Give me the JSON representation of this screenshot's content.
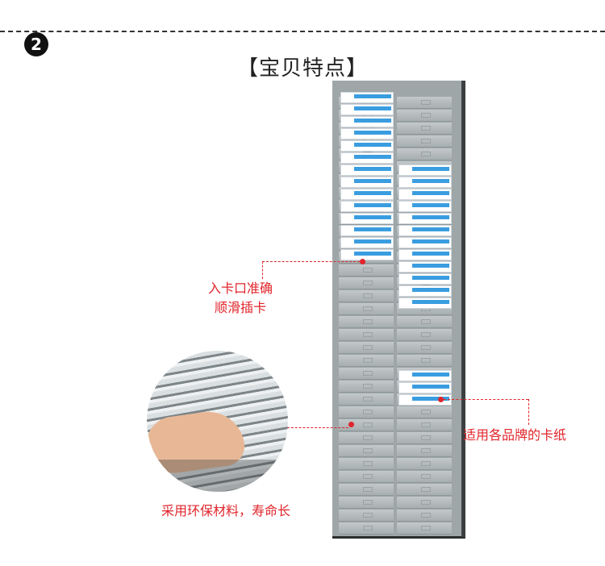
{
  "step": {
    "number": "2"
  },
  "title": "【宝贝特点】",
  "annotations": {
    "insert_line1": "入卡口准确",
    "insert_line2": "顺滑插卡",
    "brands": "适用各品牌的卡纸",
    "material": "采用环保材料，寿命长"
  },
  "colors": {
    "accent": "#e0252b",
    "rack": "#a6aeb0",
    "card_band": "#3a9de0"
  }
}
